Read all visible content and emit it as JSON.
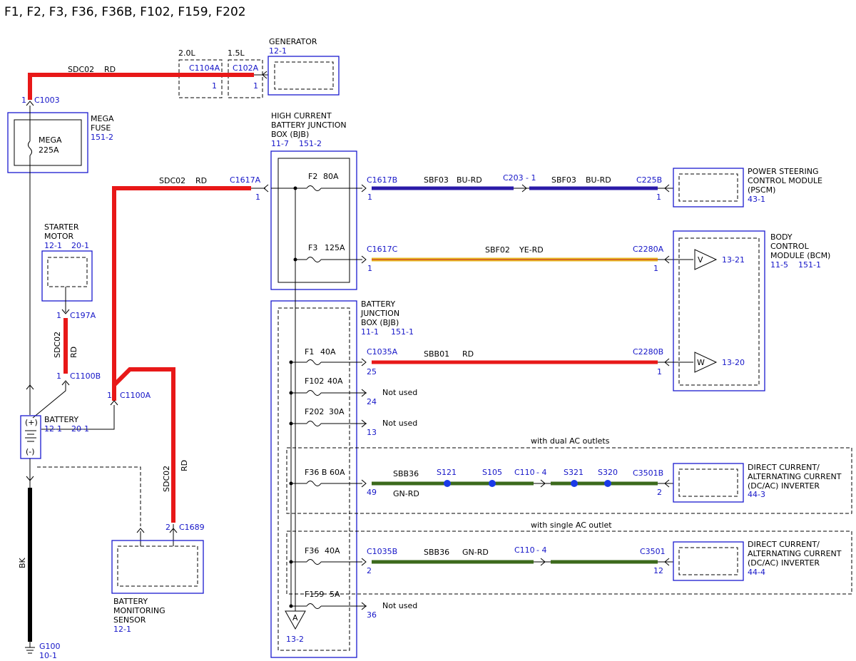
{
  "title": "F1, F2, F3, F36, F36B, F102, F159, F202",
  "variants": {
    "v20": "2.0L",
    "v15": "1.5L"
  },
  "generator": {
    "name": "GENERATOR",
    "ref": "12-1",
    "conn1": "C1104A",
    "conn2": "C102A",
    "pin1": "1",
    "pin2": "1"
  },
  "wire_top": {
    "circuit": "SDC02",
    "color": "RD"
  },
  "megafuse": {
    "name": [
      "MEGA",
      "FUSE"
    ],
    "ref": "151-2",
    "conn": "C1003",
    "pin": "1",
    "label1": "MEGA",
    "label2": "225A"
  },
  "wire_bjb": {
    "circuit": "SDC02",
    "color": "RD",
    "conn": "C1617A",
    "pin": "1"
  },
  "hcbjb": {
    "name": [
      "HIGH CURRENT",
      "BATTERY JUNCTION",
      "BOX (BJB)"
    ],
    "ref1": "11-7",
    "ref2": "151-2"
  },
  "fuses": {
    "f2": {
      "name": "F2",
      "amp": "80A"
    },
    "f3": {
      "name": "F3",
      "amp": "125A"
    },
    "f1": {
      "name": "F1",
      "amp": "40A"
    },
    "f102": {
      "name": "F102",
      "amp": "40A"
    },
    "f202": {
      "name": "F202",
      "amp": "30A"
    },
    "f36b": {
      "name": "F36 B",
      "amp": "60A"
    },
    "f36": {
      "name": "F36",
      "amp": "40A"
    },
    "f159": {
      "name": "F159",
      "amp": "5A"
    }
  },
  "pscm_line": {
    "conn1": "C1617B",
    "pin1": "1",
    "circuit1": "SBF03",
    "color1": "BU-RD",
    "mid": "C203",
    "midpin": "- 1",
    "circuit2": "SBF03",
    "color2": "BU-RD",
    "conn2": "C225B",
    "pin2": "1"
  },
  "pscm": {
    "name": [
      "POWER STEERING",
      "CONTROL MODULE",
      "(PSCM)"
    ],
    "ref": "43-1"
  },
  "bcm_line": {
    "conn1": "C1617C",
    "pin1": "1",
    "circuit": "SBF02",
    "color": "YE-RD",
    "conn2": "C2280A",
    "pin2": "1"
  },
  "bcm": {
    "name": [
      "BODY",
      "CONTROL",
      "MODULE (BCM)"
    ],
    "ref1": "11-5",
    "ref2": "151-1",
    "sym1": "V",
    "ref_v": "13-21",
    "sym2": "W",
    "ref_w": "13-20"
  },
  "starter": {
    "name": [
      "STARTER",
      "MOTOR"
    ],
    "ref1": "12-1",
    "ref2": "20-1",
    "conn1": "C197A",
    "pin1": "1",
    "conn2": "C1100B",
    "pin2": "1",
    "circuit": "SDC02",
    "color": "RD"
  },
  "bjb": {
    "name": [
      "BATTERY",
      "JUNCTION",
      "BOX (BJB)"
    ],
    "ref1": "11-1",
    "ref2": "151-1"
  },
  "f1_line": {
    "conn1": "C1035A",
    "pin1": "25",
    "circuit": "SBB01",
    "color": "RD",
    "conn2": "C2280B",
    "pin2": "1"
  },
  "not_used": {
    "text": "Not used",
    "pin102": "24",
    "pin202": "13",
    "pin159": "36"
  },
  "dual": {
    "label": "with dual AC outlets",
    "pin1": "49",
    "circuit": "SBB36",
    "color": "GN-RD",
    "s1": "S121",
    "s2": "S105",
    "mid": "C110",
    "midpin": "- 4",
    "s3": "S321",
    "s4": "S320",
    "conn2": "C3501B",
    "pin2": "2"
  },
  "inverter1": {
    "name": [
      "DIRECT CURRENT/",
      "ALTERNATING CURRENT",
      "(DC/AC) INVERTER"
    ],
    "ref": "44-3"
  },
  "single": {
    "label": "with single AC outlet",
    "conn1": "C1035B",
    "pin1": "2",
    "circuit": "SBB36",
    "color": "GN-RD",
    "mid": "C110",
    "midpin": "- 4",
    "conn2": "C3501",
    "pin2": "12"
  },
  "inverter2": {
    "name": [
      "DIRECT CURRENT/",
      "ALTERNATING CURRENT",
      "(DC/AC) INVERTER"
    ],
    "ref": "44-4"
  },
  "bjb_ref": {
    "sym": "A",
    "ref": "13-2"
  },
  "battery": {
    "name": "BATTERY",
    "ref1": "12-1",
    "ref2": "20-1",
    "pos": "(+)",
    "neg": "(-)",
    "conn": "C1100A",
    "pin": "1"
  },
  "bms": {
    "name": [
      "BATTERY",
      "MONITORING",
      "SENSOR"
    ],
    "ref": "12-1",
    "conn": "C1689",
    "pin": "2",
    "circuit": "SDC02",
    "color": "RD"
  },
  "ground": {
    "color": "BK",
    "name": "G100",
    "ref": "10-1"
  },
  "colors": {
    "red": "#e81818",
    "blue_rd": "#2a1aa8",
    "ye_rd": "#e8b820",
    "gn_rd": "#3c6a1c",
    "black": "#000000",
    "box": "#1a1ad0",
    "splice": "#1a3ae8"
  }
}
